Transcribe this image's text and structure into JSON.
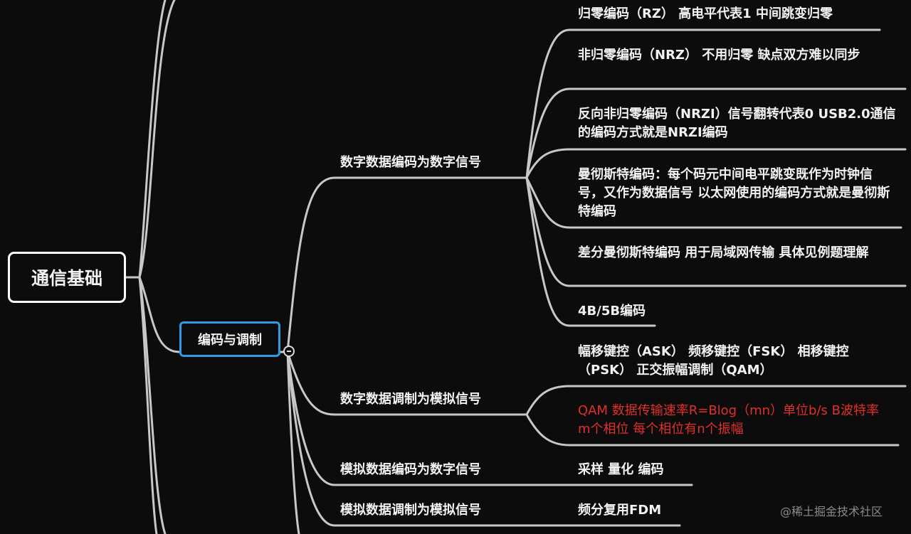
{
  "root": {
    "label": "通信基础"
  },
  "topic": {
    "label": "编码与调制"
  },
  "branches": {
    "b1": "数字数据编码为数字信号",
    "b2": "数字数据调制为模拟信号",
    "b3": "模拟数据编码为数字信号",
    "b4": "模拟数据调制为模拟信号"
  },
  "leaves": {
    "rz": "归零编码（RZ） 高电平代表1  中间跳变归零",
    "nrz": "非归零编码（NRZ）  不用归零   缺点双方难以同步",
    "nrzi": "反向非归零编码（NRZI）信号翻转代表0  USB2.0通信的编码方式就是NRZI编码",
    "manchester": "曼彻斯特编码：每个码元中间电平跳变既作为时钟信号，又作为数据信号    以太网使用的编码方式就是曼彻斯特编码",
    "diff_manchester": "差分曼彻斯特编码  用于局域网传输   具体见例题理解",
    "b4b5": "4B/5B编码",
    "keying": "幅移键控（ASK） 频移键控（FSK） 相移键控（PSK）   正交振幅调制（QAM）",
    "qam": "QAM  数据传输速率R=Blog（mn）单位b/s B波特率 m个相位  每个相位有n个振幅",
    "sampling": "采样  量化  编码",
    "fdm": "频分复用FDM"
  },
  "watermark": "@稀土掘金技术社区",
  "colors": {
    "background": "#0c0c0d",
    "line": "#c8c8c8",
    "topic_border": "#2f9be0",
    "highlight": "#e0302c"
  }
}
